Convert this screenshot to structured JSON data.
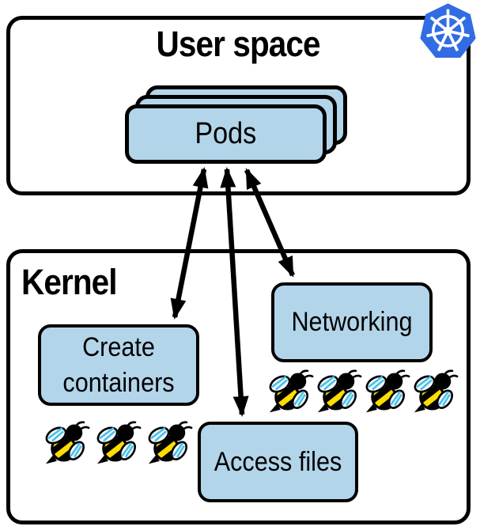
{
  "user_space": {
    "title": "User space",
    "pods_label": "Pods",
    "pod_stack_count": 3
  },
  "kernel": {
    "title": "Kernel",
    "boxes": [
      {
        "id": "create-containers",
        "label": "Create containers"
      },
      {
        "id": "networking",
        "label": "Networking"
      },
      {
        "id": "access-files",
        "label": "Access files"
      }
    ]
  },
  "bees": {
    "left_count": 3,
    "right_count": 4,
    "icon": "bee-icon"
  },
  "arrows": [
    {
      "from": "Pods",
      "to": "Create containers",
      "direction": "bidirectional"
    },
    {
      "from": "Pods",
      "to": "Access files",
      "direction": "bidirectional"
    },
    {
      "from": "Pods",
      "to": "Networking",
      "direction": "bidirectional"
    }
  ],
  "icons": {
    "top_right": "kubernetes-logo"
  },
  "colors": {
    "box_fill": "#B3D5EA",
    "outline": "#000000",
    "kubernetes_blue": "#326CE5",
    "bee_yellow": "#FFDD00",
    "bee_wing_accent": "#49C0E8",
    "background": "#FFFFFF"
  }
}
